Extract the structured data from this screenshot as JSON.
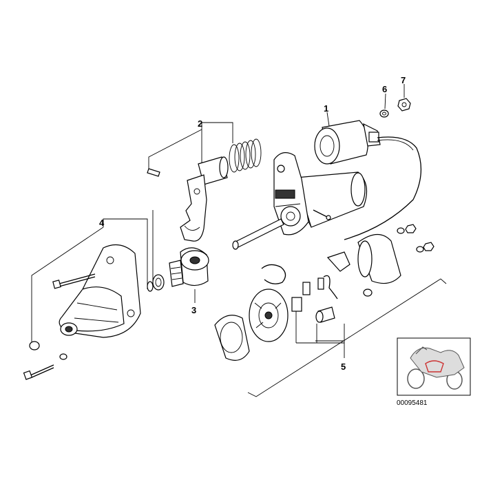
{
  "callouts": {
    "c1": "1",
    "c2": "2",
    "c3": "3",
    "c4": "4",
    "c5": "5",
    "c6": "6",
    "c7": "7"
  },
  "reference_number": "00095481",
  "thumbnail": {
    "icon": "motorcycle-icon"
  }
}
